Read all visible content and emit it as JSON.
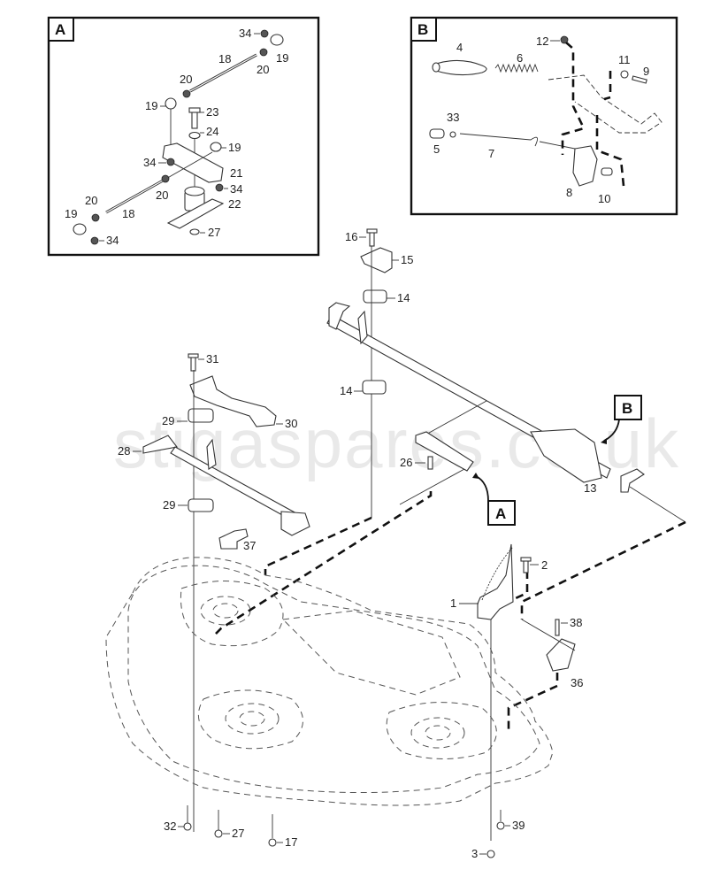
{
  "diagram": {
    "title": "Mower deck lift linkage – exploded parts view",
    "watermark": "stigaspares.co.uk",
    "detail_boxes": [
      {
        "id": "A",
        "label": "A",
        "parts": [
          "34",
          "19",
          "18",
          "20",
          "20",
          "19",
          "23",
          "24",
          "19",
          "34",
          "21",
          "20",
          "34",
          "22",
          "20",
          "18",
          "19",
          "34",
          "27"
        ]
      },
      {
        "id": "B",
        "label": "B",
        "parts": [
          "12",
          "4",
          "6",
          "11",
          "9",
          "33",
          "5",
          "7",
          "8",
          "10"
        ]
      }
    ],
    "callout_markers": {
      "A": "A",
      "B": "B"
    },
    "labels": {
      "a34a": "34",
      "a19a": "19",
      "a18a": "18",
      "a20a": "20",
      "a20b": "20",
      "a19b": "19",
      "a23": "23",
      "a24": "24",
      "a19c": "19",
      "a34b": "34",
      "a21": "21",
      "a20c": "20",
      "a34c": "34",
      "a22": "22",
      "a20d": "20",
      "a18b": "18",
      "a19d": "19",
      "a34d": "34",
      "a27": "27",
      "b12": "12",
      "b4": "4",
      "b6": "6",
      "b11": "11",
      "b9": "9",
      "b33": "33",
      "b5": "5",
      "b7": "7",
      "b8": "8",
      "b10": "10",
      "m16": "16",
      "m15": "15",
      "m14a": "14",
      "m14b": "14",
      "m31": "31",
      "m29a": "29",
      "m30": "30",
      "m28": "28",
      "m29b": "29",
      "m37": "37",
      "m26": "26",
      "m13": "13",
      "m2": "2",
      "m1": "1",
      "m38": "38",
      "m36": "36",
      "m32": "32",
      "m27": "27",
      "m17": "17",
      "m39": "39",
      "m3": "3"
    }
  }
}
